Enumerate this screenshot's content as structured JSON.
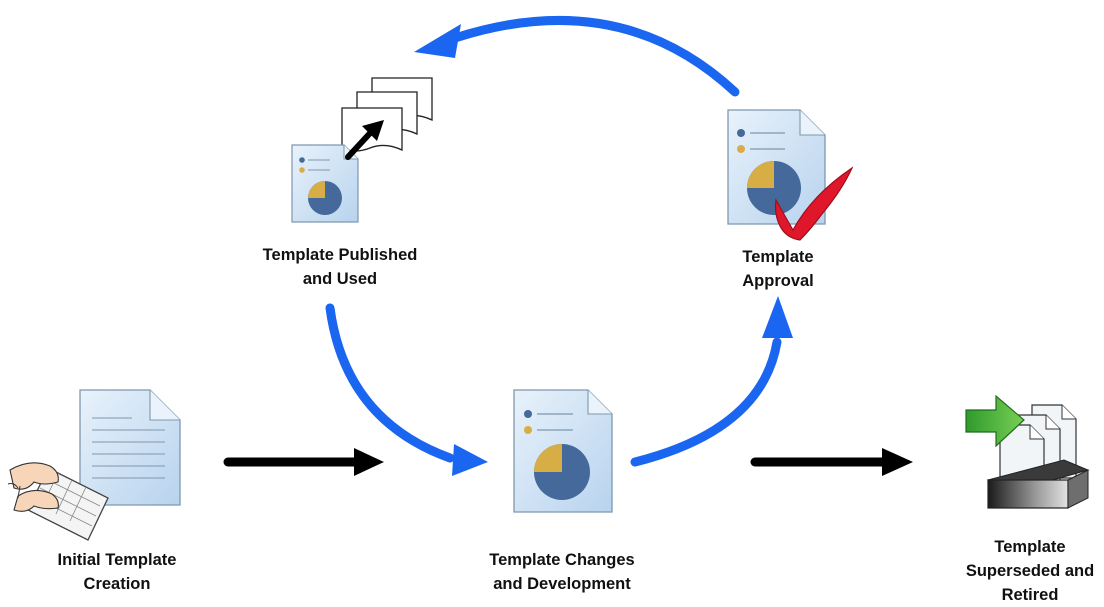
{
  "colors": {
    "cycle_arrow": "#1a66f0",
    "flow_arrow": "#000000",
    "doc_fill": "#cfe3f6",
    "doc_edge": "#7f97ad",
    "pie_blue": "#45699a",
    "pie_gold": "#d7ad45",
    "check_red": "#e0162a",
    "retire_green": "#3aa637"
  },
  "icons": {
    "creation": "keyboard-document-icon",
    "published": "published-pages-icon",
    "approval": "approved-document-icon",
    "changes": "pie-document-icon",
    "retired": "archive-box-icon"
  },
  "stages": {
    "creation": {
      "line1": "Initial Template",
      "line2": "Creation"
    },
    "published": {
      "line1": "Template Published",
      "line2": "and Used"
    },
    "approval": {
      "line1": "Template",
      "line2": "Approval"
    },
    "changes": {
      "line1": "Template Changes",
      "line2": "and Development"
    },
    "retired": {
      "line1": "Template",
      "line2": "Superseded and",
      "line3": "Retired"
    }
  }
}
